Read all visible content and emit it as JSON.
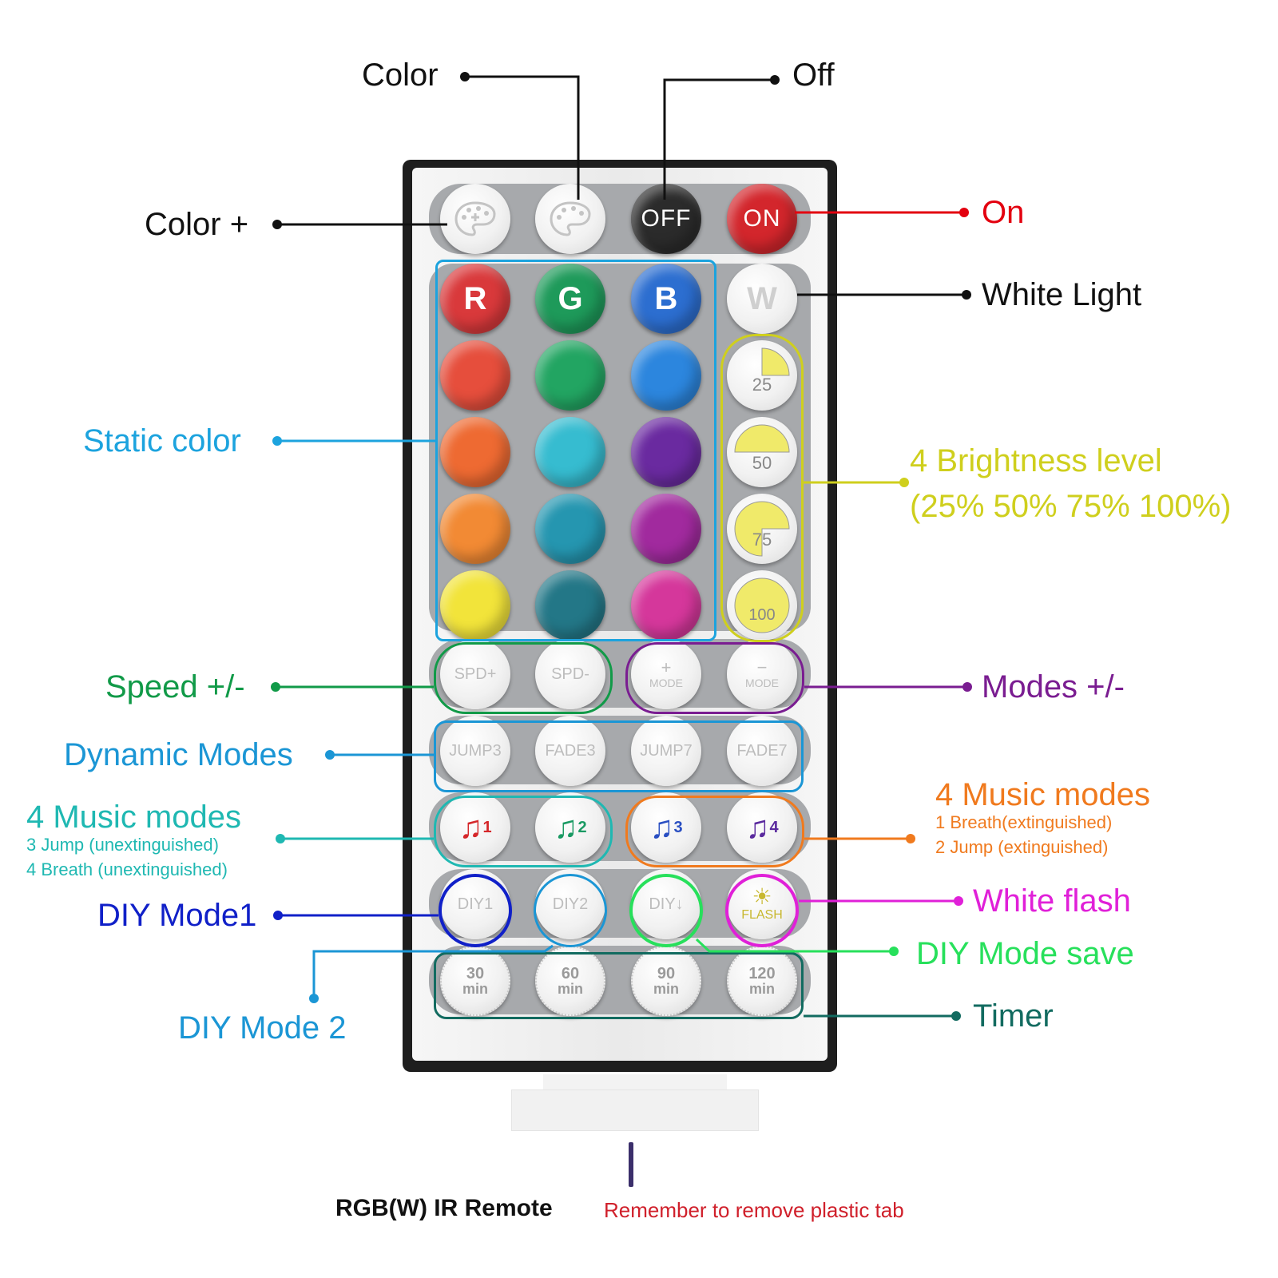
{
  "labels": {
    "color": "Color",
    "off": "Off",
    "color_plus": "Color +",
    "on": "On",
    "white_light": "White Light",
    "static_color": "Static color",
    "brightness_title": "4 Brightness level",
    "brightness_values": "(25% 50% 75% 100%)",
    "speed": "Speed +/-",
    "modes": "Modes +/-",
    "dynamic_modes": "Dynamic Modes",
    "music_left_title": "4 Music modes",
    "music_left_line1": "3 Jump (unextinguished)",
    "music_left_line2": "4 Breath (unextinguished)",
    "music_right_title": "4 Music modes",
    "music_right_line1": "1 Breath(extinguished)",
    "music_right_line2": "2 Jump (extinguished)",
    "diy_mode1": "DIY Mode1",
    "white_flash": "White flash",
    "diy_mode_save": "DIY Mode save",
    "diy_mode2": "DIY Mode 2",
    "timer": "Timer",
    "remote_name": "RGB(W) IR Remote",
    "remove_tab": "Remember to remove plastic tab"
  },
  "buttons": {
    "off": "OFF",
    "on": "ON",
    "r": "R",
    "g": "G",
    "b": "B",
    "w": "W",
    "b25": "25",
    "b50": "50",
    "b75": "75",
    "b100": "100",
    "spd_plus": "SPD+",
    "spd_minus": "SPD-",
    "mode_plus_sign": "+",
    "mode_plus": "MODE",
    "mode_minus_sign": "−",
    "mode_minus": "MODE",
    "jump3": "JUMP3",
    "fade3": "FADE3",
    "jump7": "JUMP7",
    "fade7": "FADE7",
    "music1": "1",
    "music2": "2",
    "music3": "3",
    "music4": "4",
    "diy1": "DIY1",
    "diy2": "DIY2",
    "diy_save": "DIY↓",
    "flash": "FLASH",
    "t30": "30",
    "t60": "60",
    "t90": "90",
    "t120": "120",
    "min": "min"
  },
  "colors": {
    "black_label": "#111111",
    "on_red": "#e3000f",
    "static_blue": "#1ca3de",
    "brightness_yellow": "#cfcf1d",
    "speed_green": "#119a48",
    "modes_purple": "#7a1d91",
    "dynamic_blue": "#1b96d5",
    "music_teal": "#1fb8b2",
    "music_orange": "#f07a1e",
    "diy1_blue": "#1020c8",
    "white_flash_magenta": "#e020d8",
    "diy_save_green": "#27e05b",
    "diy2_blue": "#1b96d5",
    "timer_teal": "#126b60",
    "remove_red": "#d0202b"
  },
  "icons": {
    "color_plus": "palette-plus-icon",
    "color": "palette-icon",
    "music": "music-note-icon",
    "flash": "sun-burst-icon"
  }
}
